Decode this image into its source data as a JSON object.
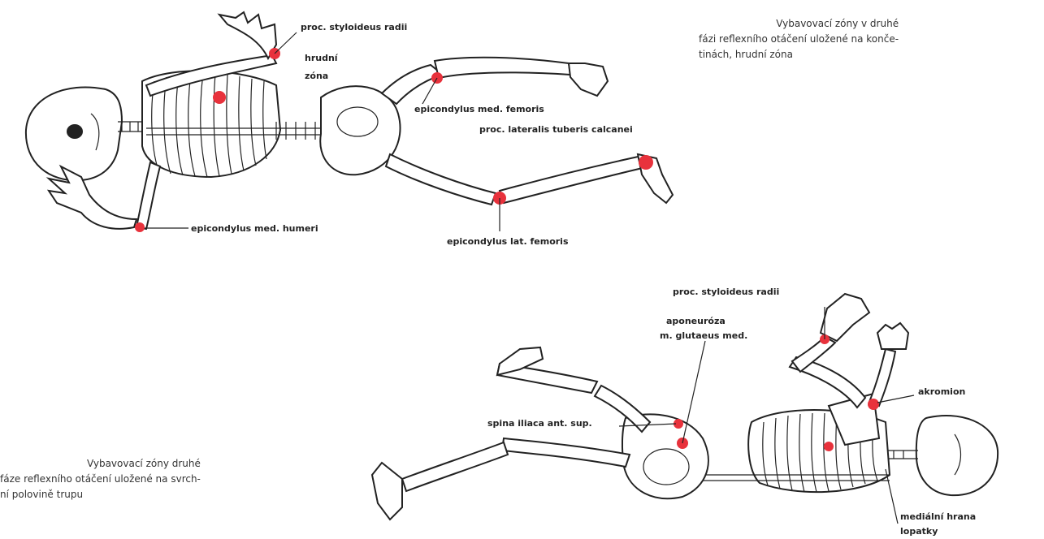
{
  "colors": {
    "zone": "#e8323c",
    "outline": "#222222"
  },
  "top_figure": {
    "caption": [
      "Vybavovací zóny v druhé",
      "fázi reflexního otáčení uložené na konče-",
      "tinách,  hrudní zóna"
    ],
    "labels": {
      "proc_styloideus_radii": "proc. styloideus radii",
      "hrudni_zona_1": "hrudní",
      "hrudni_zona_2": "zóna",
      "epicondylus_med_femoris": "epicondylus med. femoris",
      "proc_lateralis_tuberis_calcanei": "proc. lateralis tuberis calcanei",
      "epicondylus_med_humeri": "epicondylus med. humeri",
      "epicondylus_lat_femoris": "epicondylus lat. femoris"
    }
  },
  "bottom_figure": {
    "caption": [
      "Vybavovací zóny druhé",
      "fáze reflexního otáčení uložené na svrch-",
      "ní polovině trupu"
    ],
    "labels": {
      "proc_styloideus_radii": "proc. styloideus radii",
      "aponeuroza_1": "aponeuróza",
      "aponeuroza_2": "m. glutaeus med.",
      "akromion": "akromion",
      "spina_iliaca": "spina iliaca ant. sup.",
      "medialni_hrana_1": "mediální hrana",
      "medialni_hrana_2": "lopatky"
    }
  }
}
